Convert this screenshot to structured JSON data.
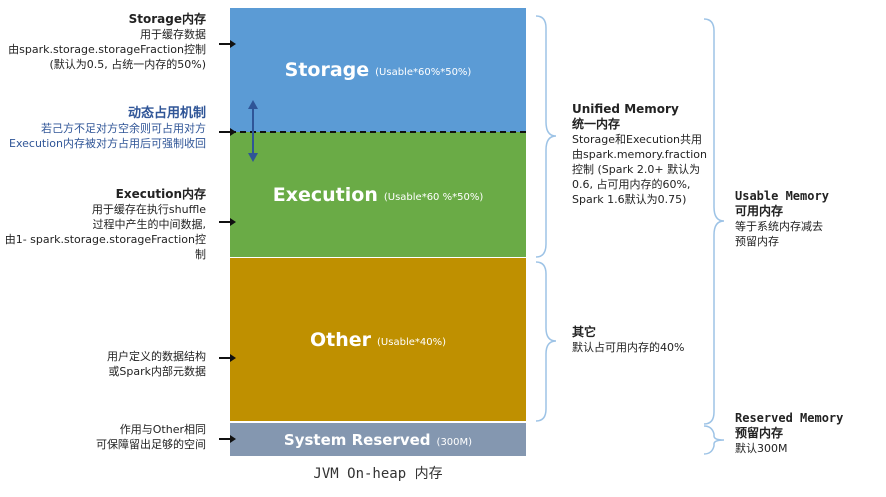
{
  "blocks": {
    "storage": {
      "label": "Storage",
      "sub": "(Usable*60%*50%)"
    },
    "execution": {
      "label": "Execution",
      "sub": "(Usable*60 %*50%)"
    },
    "other": {
      "label": "Other",
      "sub": "(Usable*40%)"
    },
    "system": {
      "label": "System Reserved",
      "sub": "(300M)"
    }
  },
  "footer": "JVM On-heap 内存",
  "left": {
    "storage": {
      "title": "Storage内存",
      "lines": [
        "用于缓存数据",
        "由spark.storage.storageFraction控制",
        "(默认为0.5, 占统一内存的50%)"
      ]
    },
    "dynamic": {
      "title": "动态占用机制",
      "lines": [
        "若己方不足对方空余则可占用对方",
        "Execution内存被对方占用后可强制收回"
      ]
    },
    "execution": {
      "title": "Execution内存",
      "lines": [
        "用于缓存在执行shuffle",
        "过程中产生的中间数据,",
        "由1- spark.storage.storageFraction控制"
      ]
    },
    "other": {
      "lines": [
        "用户定义的数据结构",
        "或Spark内部元数据"
      ]
    },
    "system": {
      "lines": [
        "作用与Other相同",
        "可保障留出足够的空间"
      ]
    }
  },
  "right": {
    "unified": {
      "title1": "Unified Memory",
      "title2": "统一内存",
      "lines": [
        "Storage和Execution共用",
        "由spark.memory.fraction",
        "控制 (Spark 2.0+ 默认为",
        "0.6, 占可用内存的60%,",
        "Spark 1.6默认为0.75)"
      ]
    },
    "other": {
      "title": "其它",
      "lines": [
        "默认占可用内存的40%"
      ]
    },
    "usable": {
      "title1": "Usable Memory",
      "title2": "可用内存",
      "lines": [
        "等于系统内存减去",
        "预留内存"
      ]
    },
    "reserved": {
      "title1": "Reserved Memory",
      "title2": "预留内存",
      "lines": [
        "默认300M"
      ]
    }
  }
}
